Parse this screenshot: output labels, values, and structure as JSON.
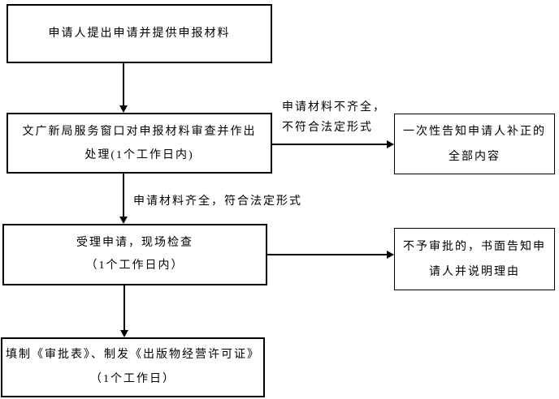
{
  "flowchart": {
    "colors": {
      "line": "#000000",
      "text": "#000000",
      "background": "#ffffff"
    },
    "nodes": {
      "applicant": {
        "line1": "申请人提出申请并提供申报材料"
      },
      "window_review": {
        "line1": "文广新局服务窗口对申报材料审查并作出",
        "line2": "处理(1个工作日内)"
      },
      "notify_correction": {
        "line1": "一次性告知申请人补正的",
        "line2": "全部内容"
      },
      "accept_inspect": {
        "line1": "受理申请，现场检查",
        "line2": "（1个工作日内）"
      },
      "reject_notify": {
        "line1": "不予审批的，书面告知申",
        "line2": "请人并说明理由"
      },
      "issue_license": {
        "line1": "填制《审批表》、制发《出版物经营许可证》",
        "line2": "（1个工作日）"
      }
    },
    "edge_labels": {
      "materials_incomplete_line1": "申请材料不齐全，",
      "materials_incomplete_line2": "不符合法定形式",
      "materials_complete": "申请材料齐全，符合法定形式"
    }
  }
}
